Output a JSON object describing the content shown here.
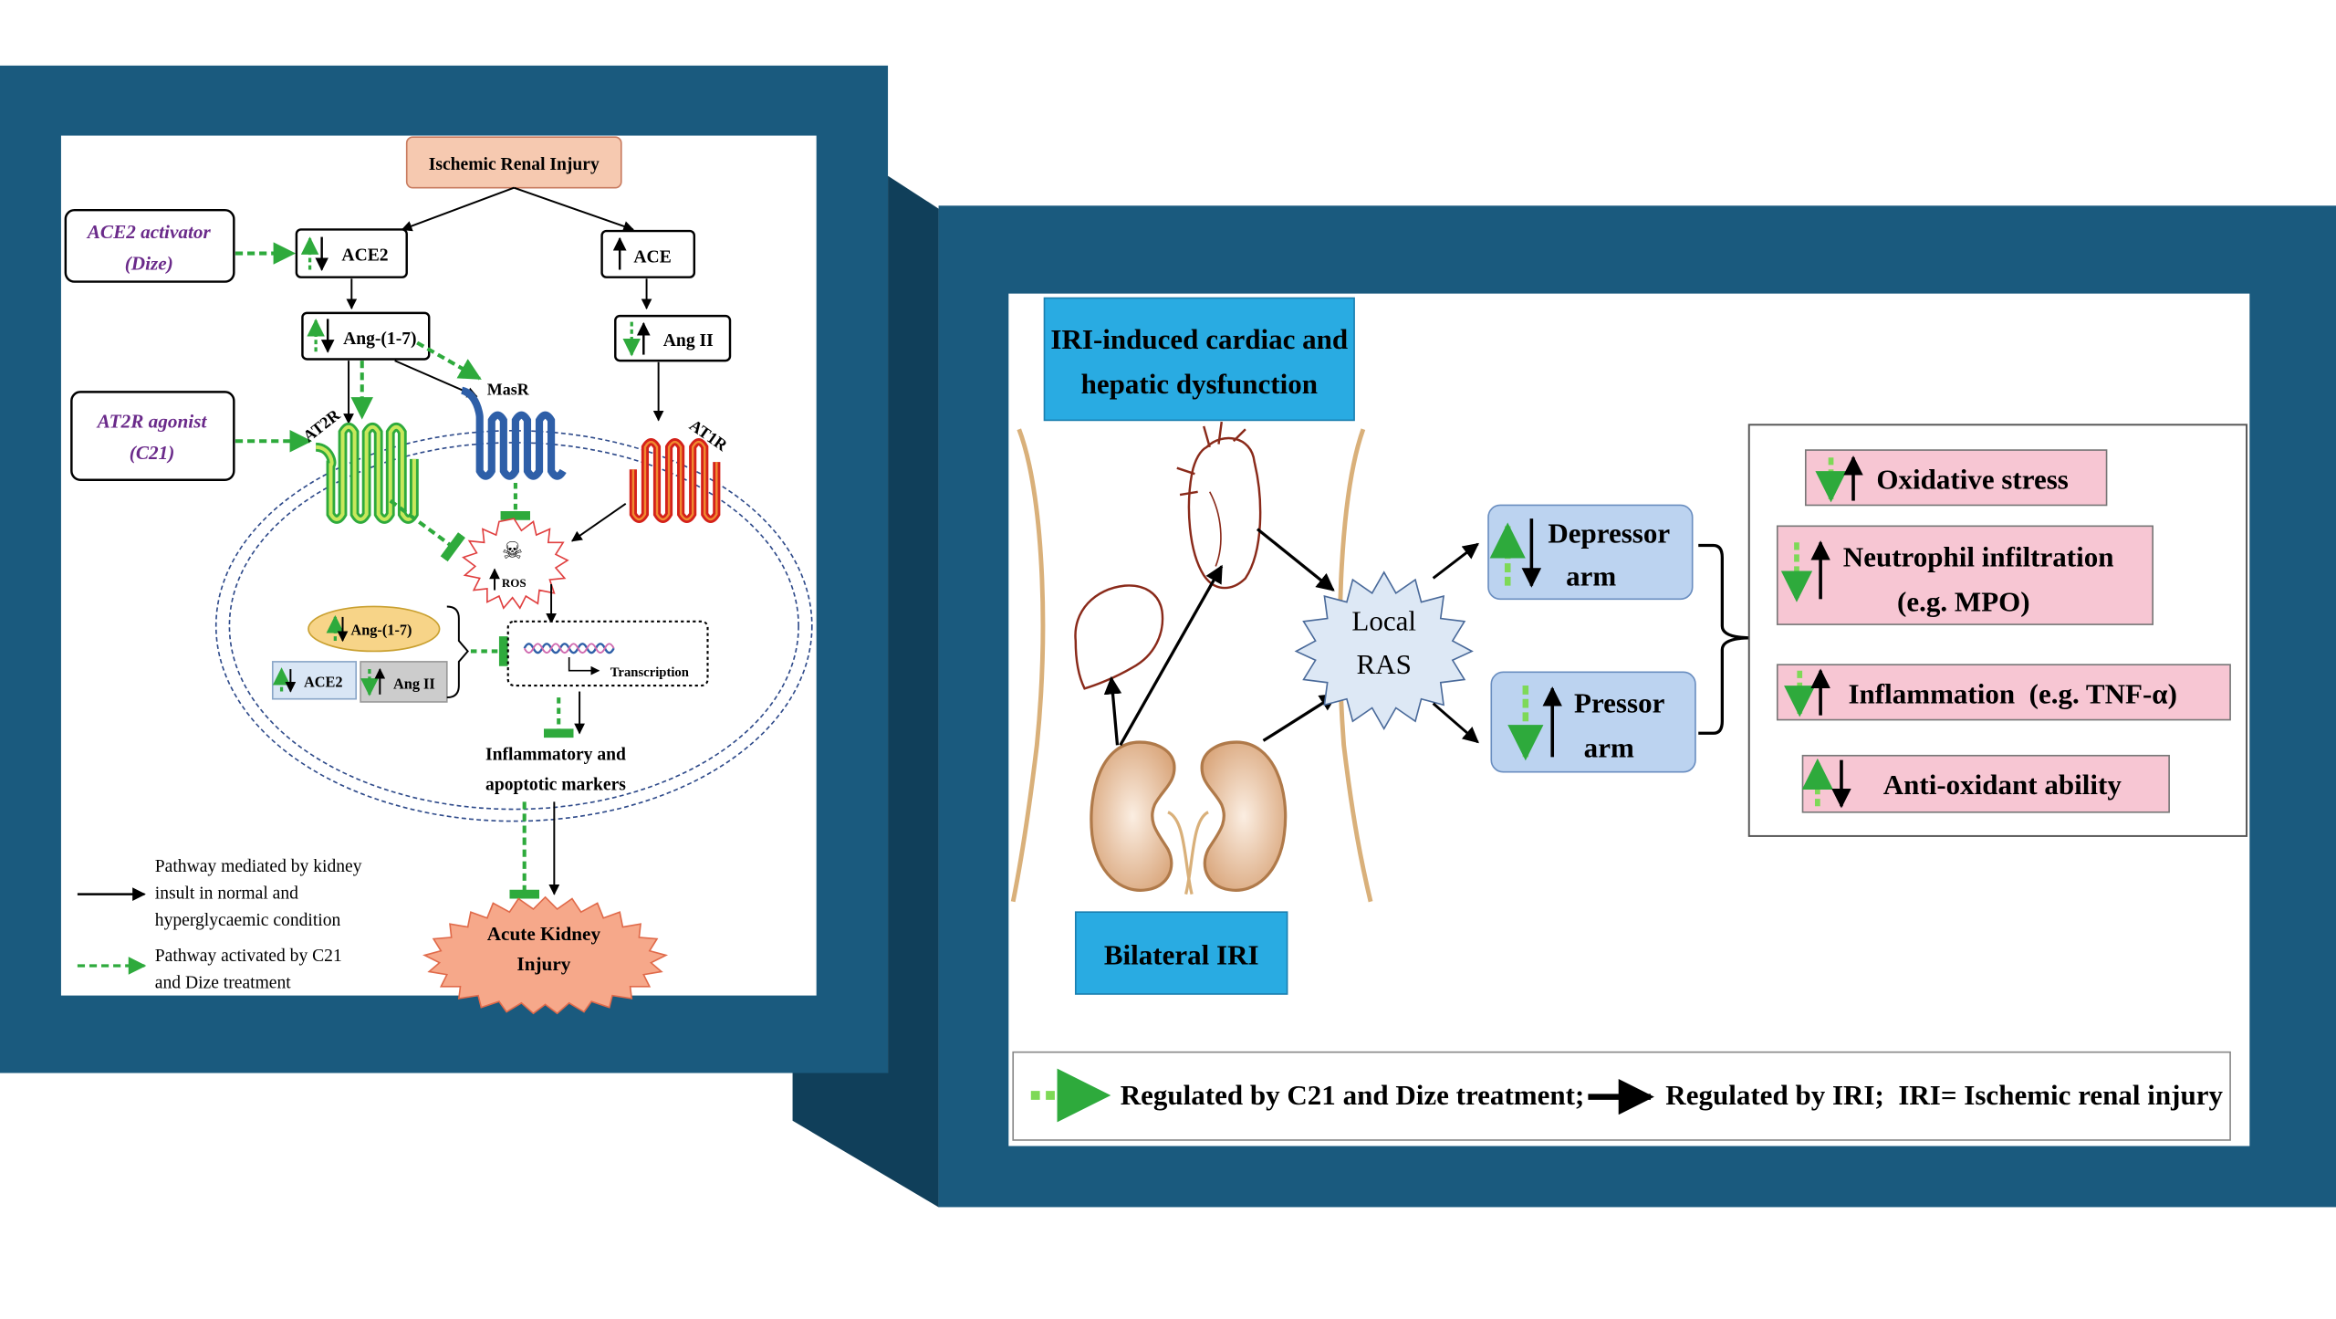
{
  "left_panel": {
    "title": "Ischemic Renal Injury",
    "ace2_activator": [
      "ACE2 activator",
      "(Dize)"
    ],
    "at2r_agonist": [
      "AT2R agonist",
      "(C21)"
    ],
    "ace2": "ACE2",
    "ace": "ACE",
    "ang17": "Ang-(1-7)",
    "ang2": "Ang II",
    "at2r": "AT2R",
    "masr": "MasR",
    "at1r": "AT1R",
    "ros": "ROS",
    "ang17_small": "Ang-(1-7)",
    "ace2_small": "ACE2",
    "ang2_small": "Ang II",
    "transcription": "Transcription",
    "markers": [
      "Inflammatory and",
      "apoptotic markers"
    ],
    "aki": [
      "Acute Kidney",
      "Injury"
    ],
    "legend_solid": [
      "Pathway mediated by kidney",
      "insult in normal and",
      "hyperglycaemic condition"
    ],
    "legend_dashed": [
      "Pathway activated by C21",
      "and Dize treatment"
    ]
  },
  "right_panel": {
    "title": [
      "IRI-induced cardiac and",
      "hepatic dysfunction"
    ],
    "bilateral": "Bilateral IRI",
    "local_ras": [
      "Local",
      "RAS"
    ],
    "depressor": [
      "Depressor",
      "arm"
    ],
    "pressor": [
      "Pressor",
      "arm"
    ],
    "outcomes": [
      [
        "Oxidative stress"
      ],
      [
        "Neutrophil infiltration",
        "(e.g. MPO)"
      ],
      [
        "Inflammation  (e.g. TNF-α)"
      ],
      [
        "Anti-oxidant ability"
      ]
    ],
    "legend_green": "Regulated by C21 and Dize treatment;",
    "legend_black": "Regulated by IRI;  IRI= Ischemic renal injury"
  },
  "colors": {
    "frame": "#1a5a7e",
    "frame_dark": "#103f5a",
    "green_dash": "#2eaa3c",
    "light_green": "#7ed957",
    "purple": "#6a2a8a",
    "peach": "#f6c9b0",
    "pink": "#f7c6d3",
    "blue_box": "#29abe2",
    "arm_blue": "#bcd3f0"
  }
}
